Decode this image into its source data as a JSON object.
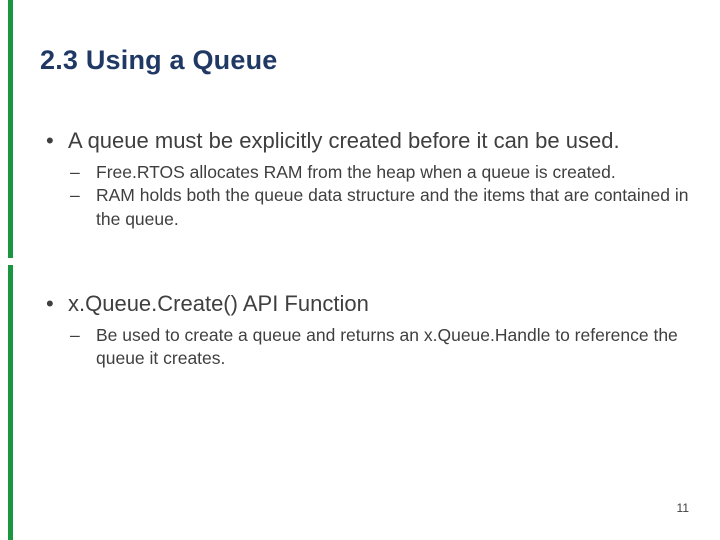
{
  "slide": {
    "title": "2.3 Using a Queue",
    "page_number": "11",
    "accent_color": "#1a9641",
    "title_color": "#1f3864",
    "body_color": "#3f3f3f",
    "bullets": [
      {
        "marker": "•",
        "text": "A queue must be explicitly created before it can be used.",
        "children": [
          {
            "marker": "–",
            "text": "Free.RTOS allocates RAM from the heap when a queue is created."
          },
          {
            "marker": "–",
            "text": "RAM holds both the queue data structure and the items that are contained in the queue."
          }
        ]
      },
      {
        "marker": "•",
        "text": "x.Queue.Create() API Function",
        "children": [
          {
            "marker": "–",
            "text": "Be used to create a queue and returns an x.Queue.Handle to reference the queue it creates."
          }
        ]
      }
    ]
  }
}
